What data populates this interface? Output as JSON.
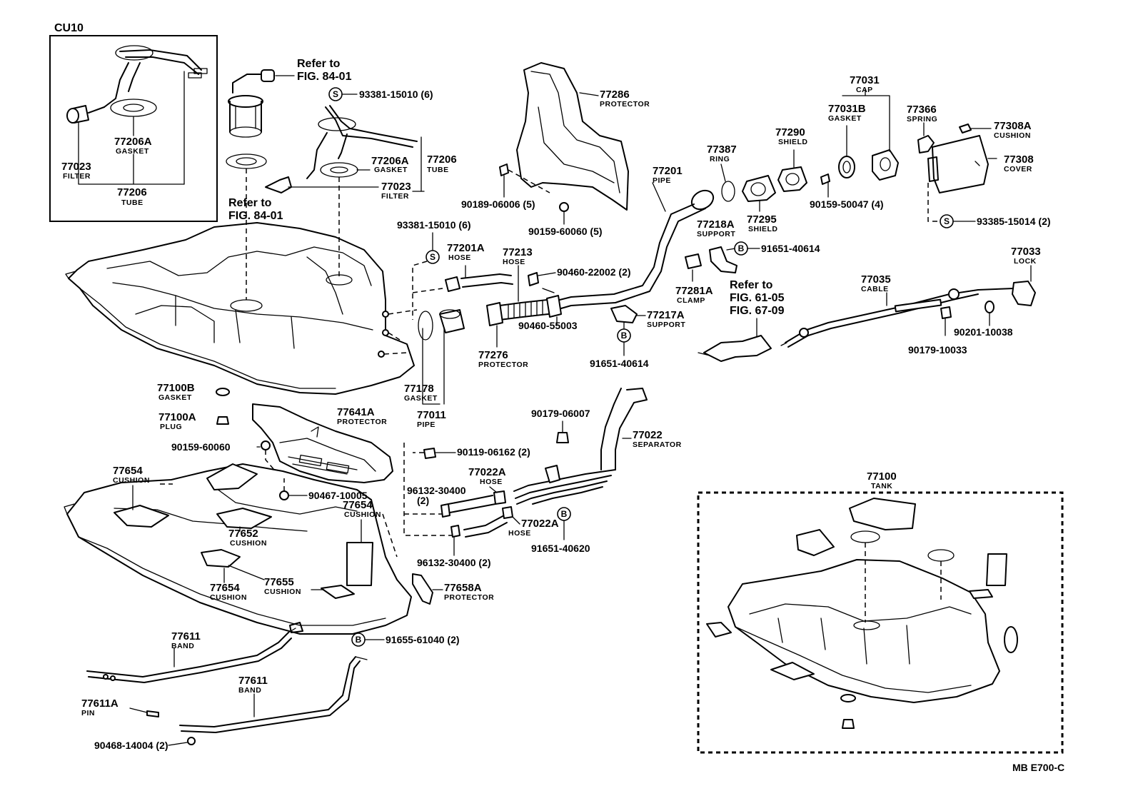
{
  "inset_label": "CU10",
  "diagram_code": "MB  E700-C",
  "refs": {
    "r1": [
      "Refer to",
      "FIG. 84-01"
    ],
    "r2": [
      "Refer to",
      "FIG. 84-01"
    ],
    "r3": [
      "Refer to",
      "FIG. 61-05",
      "FIG. 67-09"
    ]
  },
  "tag_letters": {
    "s": "S",
    "b": "B"
  },
  "parts": {
    "p01": {
      "num": "77206A",
      "name": "GASKET"
    },
    "p02": {
      "num": "77023",
      "name": "FILTER"
    },
    "p03": {
      "num": "77206",
      "name": "TUBE"
    },
    "p04": {
      "num": "93381-15010 (6)",
      "name": ""
    },
    "p05": {
      "num": "77206A",
      "name": "GASKET"
    },
    "p06": {
      "num": "77206",
      "name": "TUBE"
    },
    "p07": {
      "num": "77023",
      "name": "FILTER"
    },
    "p08": {
      "num": "77286",
      "name": "PROTECTOR"
    },
    "p09": {
      "num": "90189-06006 (5)",
      "name": ""
    },
    "p10": {
      "num": "90159-60060 (5)",
      "name": ""
    },
    "p11": {
      "num": "77201",
      "name": "PIPE"
    },
    "p12": {
      "num": "77387",
      "name": "RING"
    },
    "p13": {
      "num": "77290",
      "name": "SHIELD"
    },
    "p14": {
      "num": "77295",
      "name": "SHIELD"
    },
    "p15": {
      "num": "77031",
      "name": "CAP"
    },
    "p16": {
      "num": "77031B",
      "name": "GASKET"
    },
    "p17": {
      "num": "90159-50047 (4)",
      "name": ""
    },
    "p18": {
      "num": "77366",
      "name": "SPRING"
    },
    "p19": {
      "num": "77308A",
      "name": "CUSHION"
    },
    "p20": {
      "num": "77308",
      "name": "COVER"
    },
    "p21": {
      "num": "93385-15014 (2)",
      "name": ""
    },
    "p22": {
      "num": "93381-15010 (6)",
      "name": ""
    },
    "p23": {
      "num": "77201A",
      "name": "HOSE"
    },
    "p24": {
      "num": "77213",
      "name": "HOSE"
    },
    "p25": {
      "num": "90460-22002 (2)",
      "name": ""
    },
    "p26": {
      "num": "77218A",
      "name": "SUPPORT"
    },
    "p27": {
      "num": "91651-40614",
      "name": ""
    },
    "p28": {
      "num": "77281A",
      "name": "CLAMP"
    },
    "p29": {
      "num": "77033",
      "name": "LOCK"
    },
    "p30": {
      "num": "77035",
      "name": "CABLE"
    },
    "p31": {
      "num": "90460-55003",
      "name": ""
    },
    "p32": {
      "num": "77217A",
      "name": "SUPPORT"
    },
    "p33": {
      "num": "77276",
      "name": "PROTECTOR"
    },
    "p34": {
      "num": "91651-40614",
      "name": ""
    },
    "p35": {
      "num": "90201-10038",
      "name": ""
    },
    "p36": {
      "num": "90179-10033",
      "name": ""
    },
    "p37": {
      "num": "77100B",
      "name": "GASKET"
    },
    "p38": {
      "num": "77178",
      "name": "GASKET"
    },
    "p39": {
      "num": "77011",
      "name": "PIPE"
    },
    "p40": {
      "num": "77100A",
      "name": "PLUG"
    },
    "p41": {
      "num": "77641A",
      "name": "PROTECTOR"
    },
    "p42": {
      "num": "90179-06007",
      "name": ""
    },
    "p43": {
      "num": "77022",
      "name": "SEPARATOR"
    },
    "p44": {
      "num": "90159-60060",
      "name": ""
    },
    "p45": {
      "num": "90119-06162 (2)",
      "name": ""
    },
    "p46": {
      "num": "77654",
      "name": "CUSHION"
    },
    "p47": {
      "num": "90467-10005",
      "name": ""
    },
    "p48": {
      "num": "77022A",
      "name": "HOSE"
    },
    "p49": {
      "num": "96132-30400",
      "name": "(2)"
    },
    "p50": {
      "num": "77654",
      "name": "CUSHION"
    },
    "p51": {
      "num": "77100",
      "name": "TANK"
    },
    "p52": {
      "num": "77652",
      "name": "CUSHION"
    },
    "p53": {
      "num": "77022A",
      "name": "HOSE"
    },
    "p54": {
      "num": "91651-40620",
      "name": ""
    },
    "p55": {
      "num": "96132-30400 (2)",
      "name": ""
    },
    "p56": {
      "num": "77655",
      "name": "CUSHION"
    },
    "p57": {
      "num": "77654",
      "name": "CUSHION"
    },
    "p58": {
      "num": "77658A",
      "name": "PROTECTOR"
    },
    "p59": {
      "num": "91655-61040 (2)",
      "name": ""
    },
    "p60": {
      "num": "77611",
      "name": "BAND"
    },
    "p61": {
      "num": "77611",
      "name": "BAND"
    },
    "p62": {
      "num": "77611A",
      "name": "PIN"
    },
    "p63": {
      "num": "90468-14004 (2)",
      "name": ""
    }
  }
}
